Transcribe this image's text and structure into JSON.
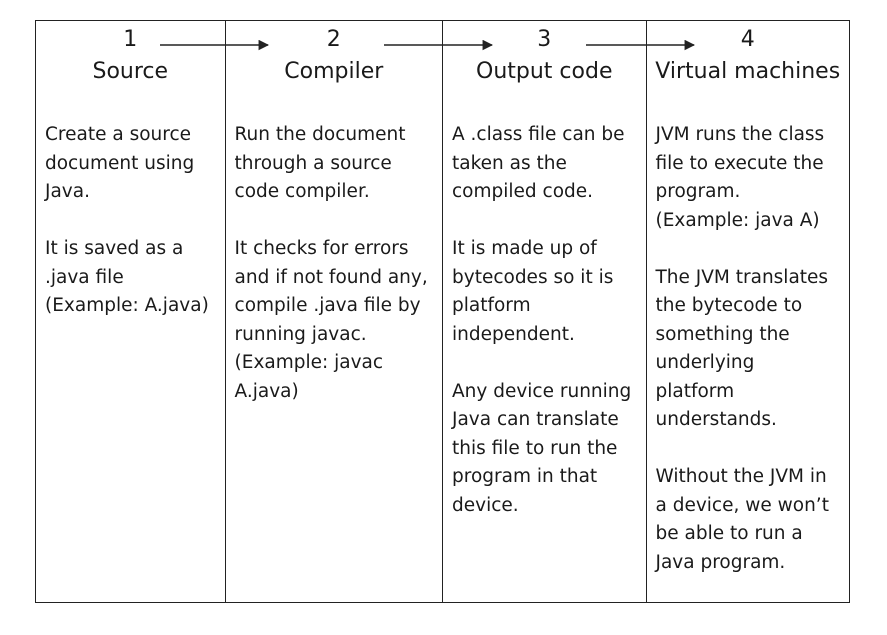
{
  "columns": [
    {
      "number": "1",
      "title": "Source",
      "paragraphs": [
        [
          "Create a source",
          "document using",
          "Java."
        ],
        [
          "It is saved as a",
          ".java file",
          "(Example: A.java)"
        ]
      ]
    },
    {
      "number": "2",
      "title": "Compiler",
      "paragraphs": [
        [
          "Run the document",
          "through a source",
          "code compiler."
        ],
        [
          "It checks for errors",
          "and if not found any,",
          "compile .java file by",
          "running javac.",
          "(Example: javac",
          "A.java)"
        ]
      ]
    },
    {
      "number": "3",
      "title": "Output code",
      "paragraphs": [
        [
          "A .class file can be",
          "taken as the",
          "compiled code."
        ],
        [
          "It is made up of",
          "bytecodes so it is",
          "platform",
          "independent."
        ],
        [
          "Any device running",
          "Java can translate",
          "this file to run the",
          "program in that",
          "device."
        ]
      ]
    },
    {
      "number": "4",
      "title": "Virtual machines",
      "paragraphs": [
        [
          "JVM runs the class",
          "file to execute the",
          "program.",
          "(Example: java A)"
        ],
        [
          "The JVM translates",
          "the bytecode to",
          "something the",
          "underlying",
          "platform",
          "understands."
        ],
        [
          "Without the JVM in",
          "a device, we won’t",
          "be able to run a",
          "Java program."
        ]
      ]
    }
  ],
  "colors": {
    "line": "#222222",
    "text": "#1a1a1a",
    "background": "#ffffff"
  }
}
